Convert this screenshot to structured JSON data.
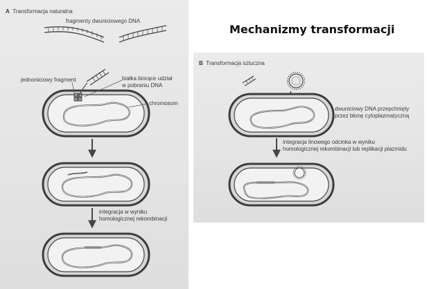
{
  "title": "Mechanizmy transformacji",
  "panel_a": {
    "letter": "A",
    "heading": "Transformacja naturalna",
    "dna_fragments_label": "fragmenty dwuniciowego DNA",
    "single_strand_label": "jednoniciowy fragment",
    "proteins_label_line1": "białka biorące udział",
    "proteins_label_line2": "w pobraniu DNA",
    "chromosome_label": "chromosom",
    "integration_line1": "integracja w wyniku",
    "integration_line2": "homologicznej rekombinacji"
  },
  "panel_b": {
    "letter": "B",
    "heading": "Transformacja sztuczna",
    "transfer_line1": "dwuniciowy DNA przepchnięty",
    "transfer_line2": "przez błonę cytoplazmatyczną",
    "integration_line1": "integracja linowego odcinka w wyniku",
    "integration_line2": "homologicznej rekombinacji lub replikacji plazmidu"
  },
  "colors": {
    "panel_bg": "#e6e6e6",
    "cell_wall": "#3c3c3c",
    "cytoplasm": "#f2f2f2",
    "chromosome": "#555555",
    "integrated_segment": "#8a8a8a"
  }
}
